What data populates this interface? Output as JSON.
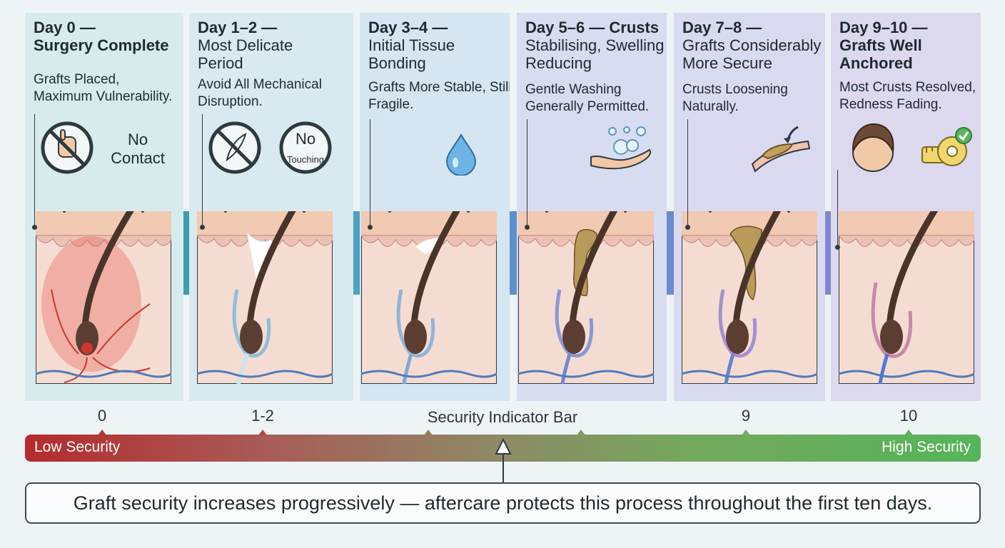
{
  "stages": [
    {
      "day": "Day 0 —",
      "subtitle": "Surgery Complete",
      "desc": "Grafts Placed, Maximum Vulnerability.",
      "badge_lines": [
        "No",
        "Contact"
      ]
    },
    {
      "day": "Day 1–2 —",
      "subtitle": "Most Delicate Period",
      "desc": "Avoid All Mechanical Disruption.",
      "badge_lines": [
        "No",
        "Touching"
      ]
    },
    {
      "day": "Day 3–4 —",
      "subtitle": "Initial Tissue Bonding",
      "desc": "Grafts More Stable, Still Fragile."
    },
    {
      "day": "Day 5–6 — Crusts",
      "subtitle": "Stabilising, Swelling Reducing",
      "desc": "Gentle Washing Generally Permitted."
    },
    {
      "day": "Day 7–8 —",
      "subtitle": "Grafts Considerably More Secure",
      "desc": "Crusts Loosening Naturally."
    },
    {
      "day": "Day 9–10 —",
      "subtitle": "Grafts Well Anchored",
      "desc": "Most Crusts Resolved, Redness Fading."
    }
  ],
  "security_bar": {
    "title": "Security Indicator Bar",
    "low_label": "Low Security",
    "high_label": "High Security",
    "ticks": [
      "0",
      "1-2",
      "9",
      "10"
    ]
  },
  "caption": "Graft security increases progressively — aftercare protects this process throughout the first ten days."
}
